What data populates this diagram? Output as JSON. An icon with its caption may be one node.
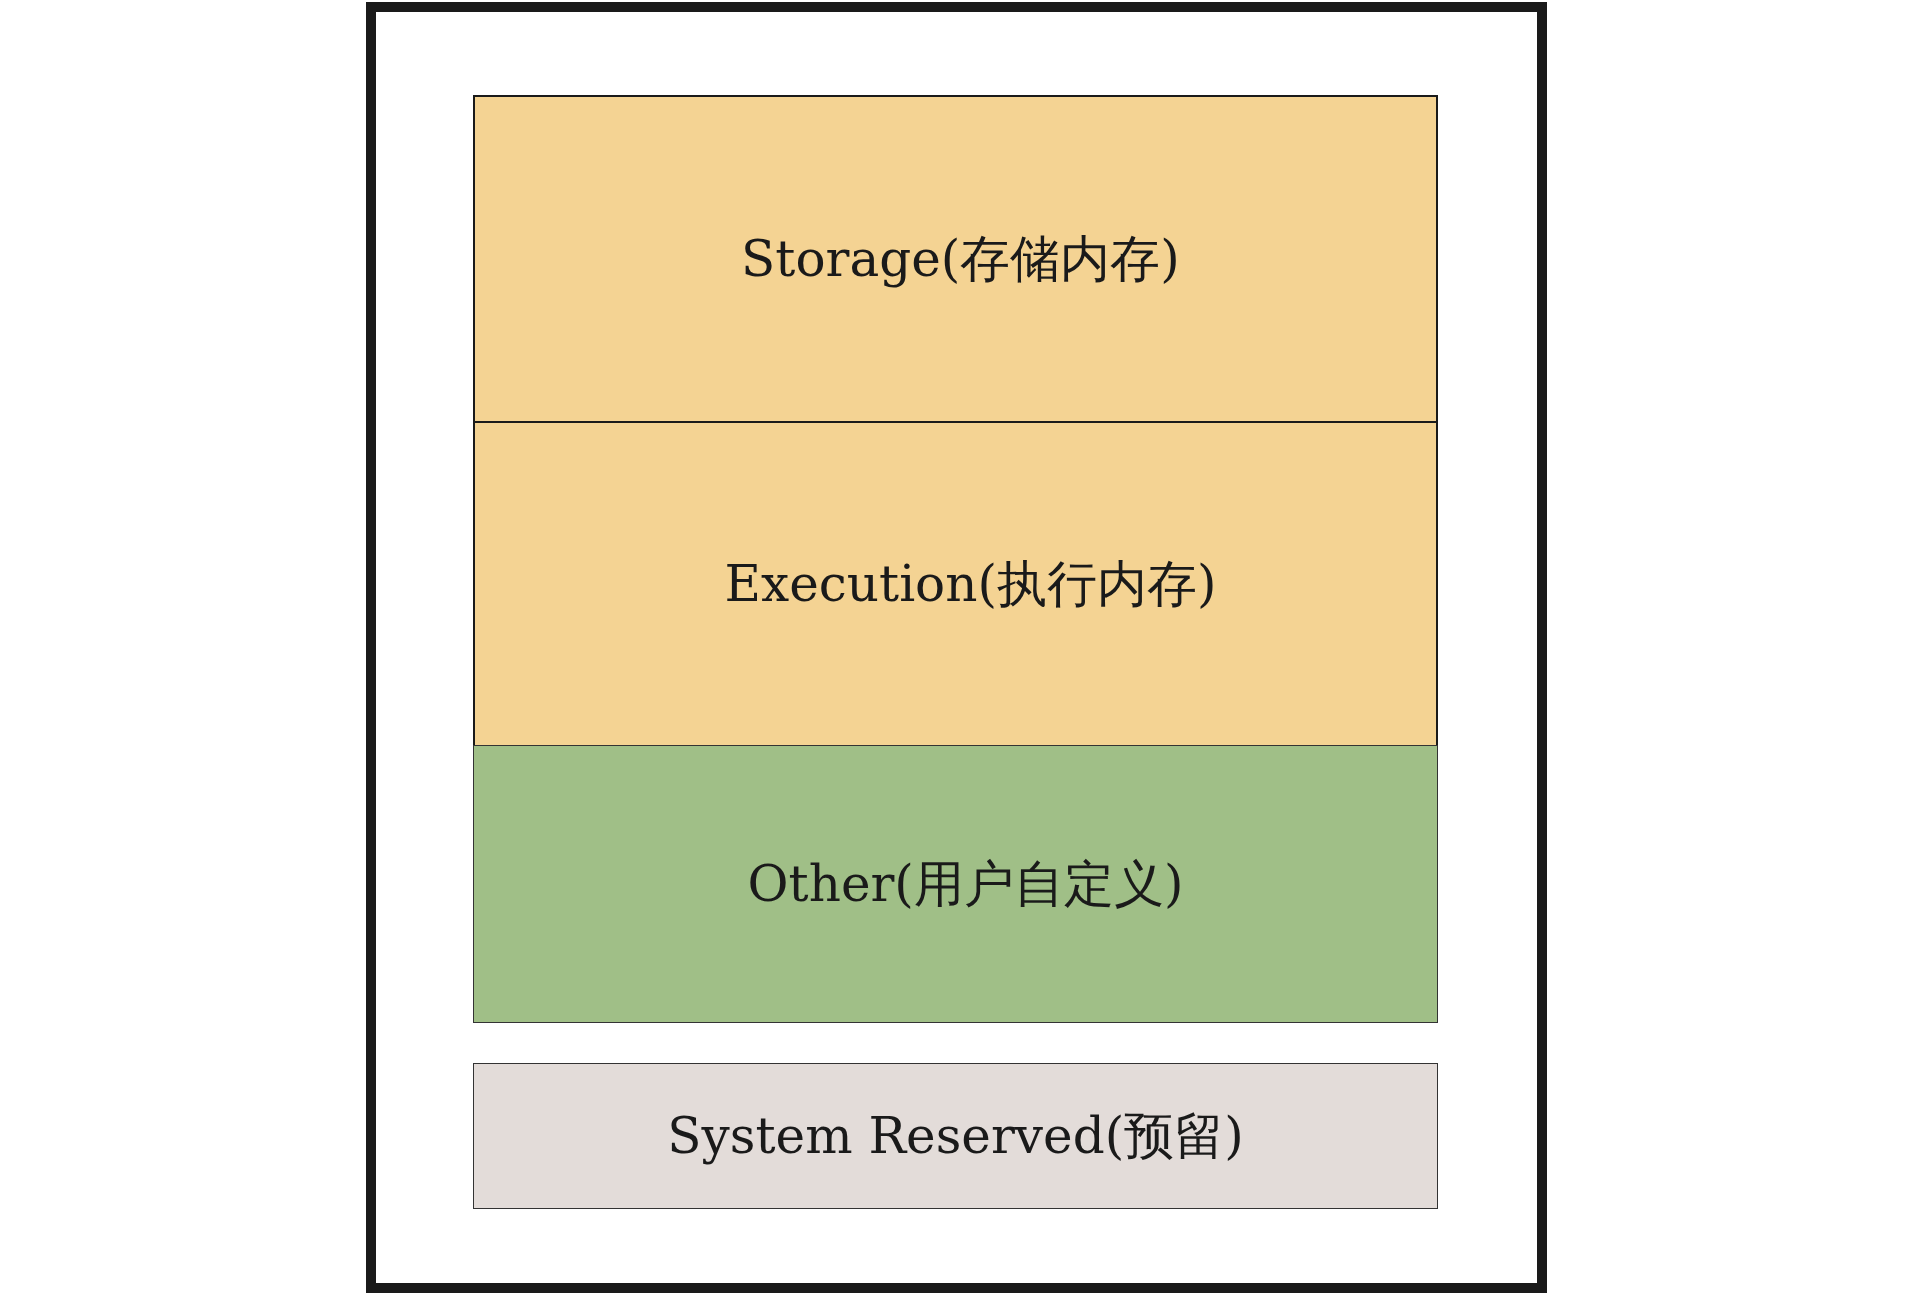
{
  "diagram": {
    "nodes": [
      {
        "text": [],
        "shape": "box"
      },
      {
        "text": [
          "Storage(存储内存)"
        ],
        "in": 0
      },
      {
        "text": [
          "Execution(执行内存)"
        ],
        "in": 0
      },
      {
        "text": [
          "Other(用户自定义)"
        ],
        "in": 0
      },
      {
        "text": [
          "System Reserved(预留)"
        ],
        "in": 0
      }
    ]
  }
}
